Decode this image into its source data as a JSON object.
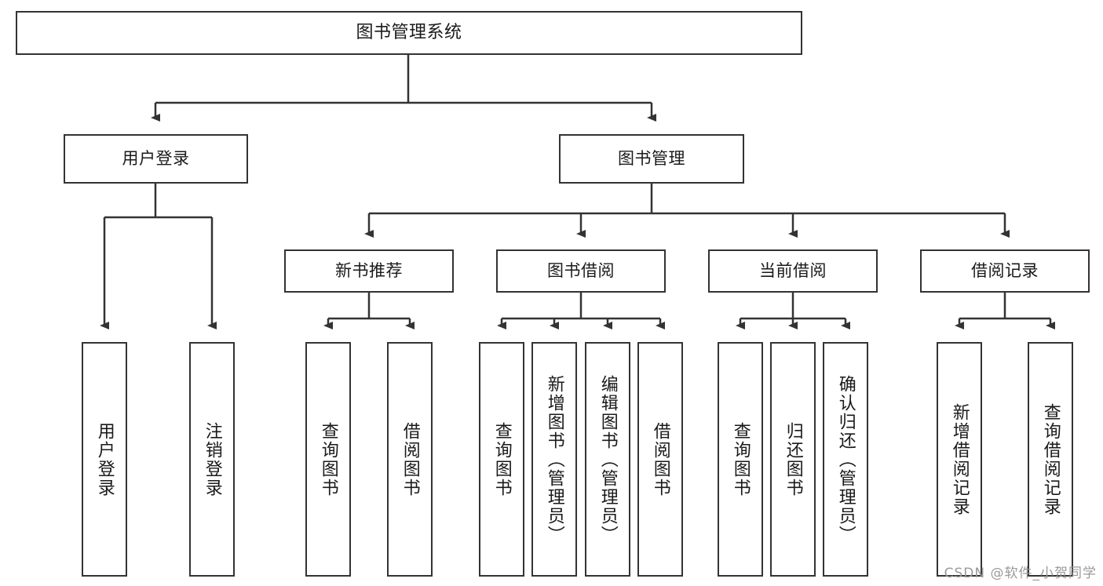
{
  "diagram": {
    "title": "图书管理系统",
    "type": "hierarchy-tree",
    "colors": {
      "stroke": "#333333",
      "fill": "#ffffff",
      "text": "#1a1a1a",
      "watermark": "#9a9a9a"
    },
    "root": {
      "label": "图书管理系统"
    },
    "level2": [
      {
        "label": "用户登录"
      },
      {
        "label": "图书管理"
      }
    ],
    "level3": [
      {
        "label": "新书推荐"
      },
      {
        "label": "图书借阅"
      },
      {
        "label": "当前借阅"
      },
      {
        "label": "借阅记录"
      }
    ],
    "leaves": {
      "user_login": [
        {
          "label": "用户登录"
        },
        {
          "label": "注销登录"
        }
      ],
      "new_book_recommend": [
        {
          "label": "查询图书"
        },
        {
          "label": "借阅图书"
        }
      ],
      "book_borrow": [
        {
          "label": "查询图书"
        },
        {
          "label": "新增图书（管理员）"
        },
        {
          "label": "编辑图书（管理员）"
        },
        {
          "label": "借阅图书"
        }
      ],
      "current_borrow": [
        {
          "label": "查询图书"
        },
        {
          "label": "归还图书"
        },
        {
          "label": "确认归还（管理员）"
        }
      ],
      "borrow_record": [
        {
          "label": "新增借阅记录"
        },
        {
          "label": "查询借阅记录"
        }
      ]
    },
    "watermark": "CSDN @软件_小贺同学"
  }
}
